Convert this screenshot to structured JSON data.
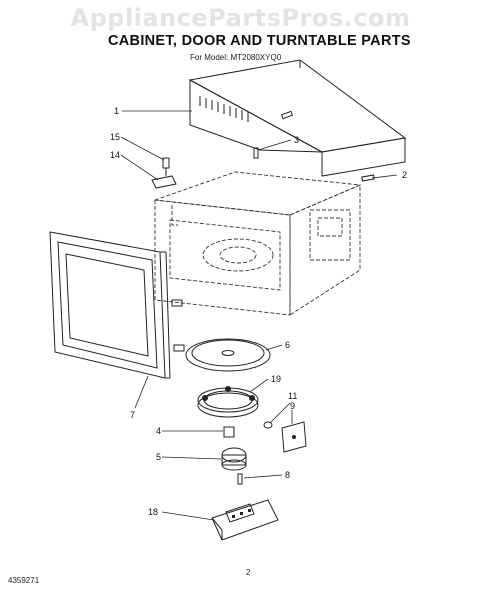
{
  "watermark": "AppliancePartsPros.com",
  "title": "CABINET, DOOR AND TURNTABLE PARTS",
  "model_line": "For Model: MT2080XYQ0",
  "doc_number": "4359271",
  "page_number": "2",
  "callouts": {
    "c1": "1",
    "c2": "2",
    "c3": "3",
    "c4": "4",
    "c5": "5",
    "c6": "6",
    "c7": "7",
    "c8": "8",
    "c9": "9",
    "c11": "11",
    "c14": "14",
    "c15": "15",
    "c18": "18",
    "c19": "19"
  }
}
